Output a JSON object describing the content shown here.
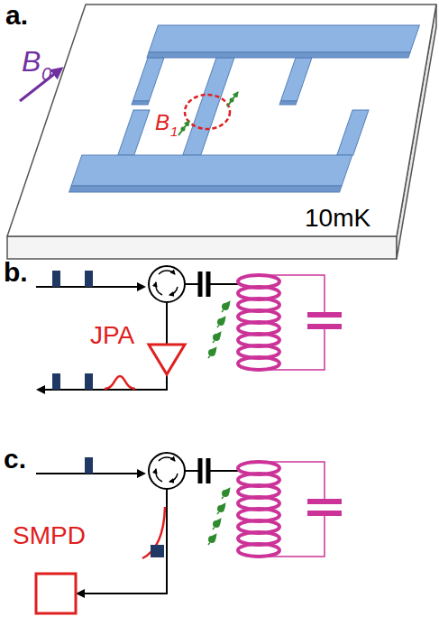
{
  "diagram": {
    "nodes": [
      {
        "text": [
          "JPA"
        ]
      },
      {
        "text": [
          "SMPD"
        ]
      }
    ],
    "labels": [
      "a.",
      "B",
      "0",
      "B",
      "1",
      "10mK",
      "b.",
      "c."
    ]
  }
}
